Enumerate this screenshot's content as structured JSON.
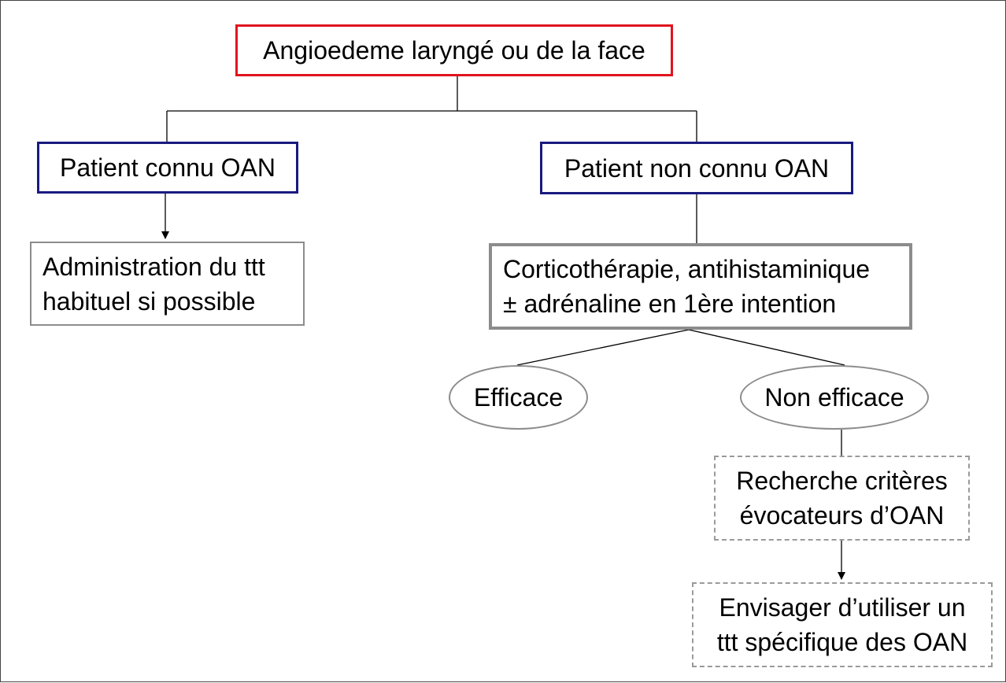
{
  "diagram": {
    "root": {
      "text": "Angioedeme laryngé ou de la face"
    },
    "known": {
      "text": "Patient connu OAN"
    },
    "known_action": {
      "line1": "Administration du ttt",
      "line2": "habituel si possible"
    },
    "unknown": {
      "text": "Patient non connu OAN"
    },
    "first_line": {
      "line1": "Corticothérapie, antihistaminique",
      "line2": "± adrénaline en 1ère intention"
    },
    "effective": {
      "text": "Efficace"
    },
    "not_effective": {
      "text": "Non efficace"
    },
    "search": {
      "line1": "Recherche critères",
      "line2": "évocateurs d’OAN"
    },
    "consider": {
      "line1": "Envisager d’utiliser un",
      "line2": "ttt spécifique des OAN"
    }
  },
  "colors": {
    "root_border": "#e0141e",
    "patient_border": "#1a1a80",
    "neutral_border": "#8c8c8c",
    "dashed_border": "#9a9a9a"
  }
}
